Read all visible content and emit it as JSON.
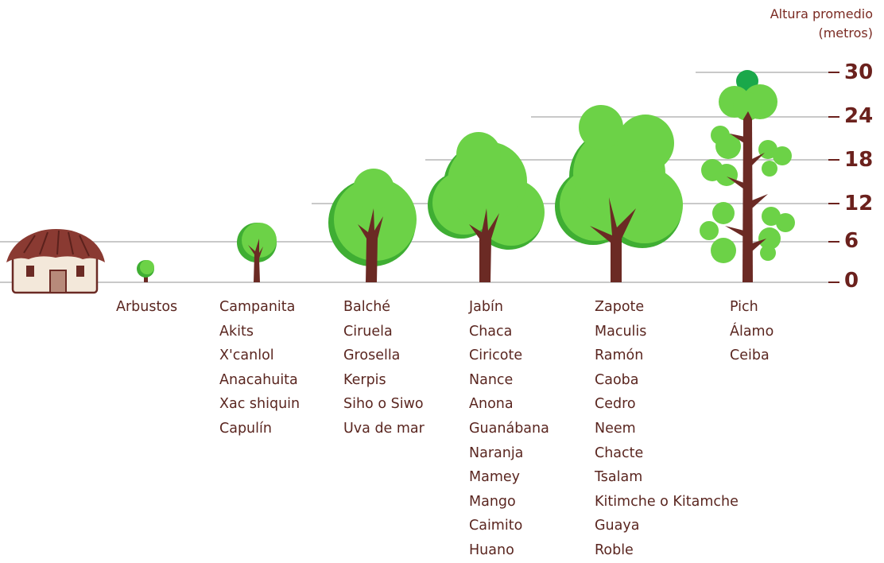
{
  "axis": {
    "title_line1": "Altura promedio",
    "title_line2": "(metros)",
    "ticks": [
      "30",
      "24",
      "18",
      "12",
      "6",
      "0"
    ]
  },
  "colors": {
    "leaf": "#6cd247",
    "leaf_shadow": "#3fae33",
    "trunk": "#6b2a24",
    "gridline": "#c9c9c9",
    "text": "#5a2620",
    "tick_text": "#6b211d",
    "roof": "#8a3a32",
    "wall": "#f3e8da"
  },
  "groups": [
    {
      "name": "arbustos",
      "approx_height_m": 1.5,
      "species": [
        "Arbustos"
      ]
    },
    {
      "name": "campanita",
      "approx_height_m": 6,
      "species": [
        "Campanita",
        "Akits",
        "X'canlol",
        "Anacahuita",
        "Xac shiquin",
        "Capulín"
      ]
    },
    {
      "name": "balche",
      "approx_height_m": 12,
      "species": [
        "Balché",
        "Ciruela",
        "Grosella",
        "Kerpis",
        "Siho o Siwo",
        "Uva de mar"
      ]
    },
    {
      "name": "jabin",
      "approx_height_m": 18,
      "species": [
        "Jabín",
        "Chaca",
        "Ciricote",
        "Nance",
        "Anona",
        "Guanábana",
        "Naranja",
        "Mamey",
        "Mango",
        "Caimito",
        "Huano"
      ]
    },
    {
      "name": "zapote",
      "approx_height_m": 24,
      "species": [
        "Zapote",
        "Maculis",
        "Ramón",
        "Caoba",
        "Cedro",
        "Neem",
        "Chacte",
        "Tsalam",
        "Kitimche o Kitamche",
        "Guaya",
        "Roble"
      ]
    },
    {
      "name": "pich",
      "approx_height_m": 30,
      "species": [
        "Pich",
        "Álamo",
        "Ceiba"
      ]
    }
  ]
}
